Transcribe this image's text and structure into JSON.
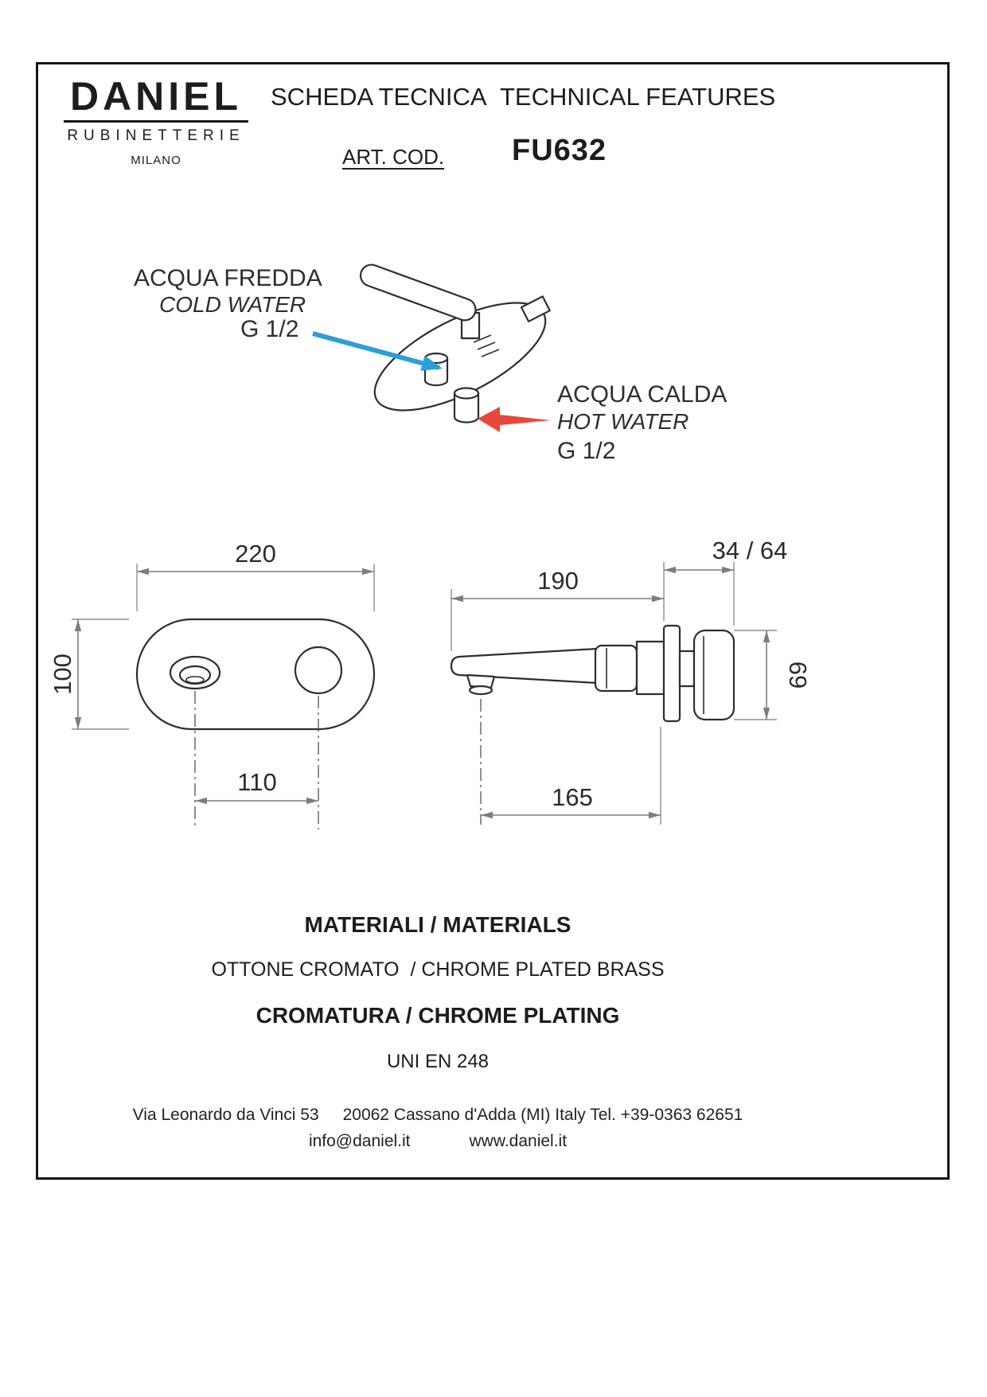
{
  "brand": {
    "name": "DANIEL",
    "sub": "RUBINETTERIE",
    "city": "MILANO"
  },
  "header": {
    "title_it": "SCHEDA TECNICA",
    "title_en": "TECHNICAL FEATURES",
    "art_label": "ART. COD.",
    "art_value": "FU632"
  },
  "annotations": {
    "cold": {
      "it": "ACQUA FREDDA",
      "en": "COLD WATER",
      "thread": "G 1/2"
    },
    "hot": {
      "it": "ACQUA CALDA",
      "en": "HOT WATER",
      "thread": "G 1/2"
    },
    "cold_arrow_color": "#2a9fd8",
    "hot_arrow_color": "#e8483c"
  },
  "dimensions": {
    "front_width": "220",
    "front_height": "100",
    "front_centers": "110",
    "side_reach": "190",
    "side_depth": "34 / 64",
    "side_handle_height": "69",
    "side_spout": "165"
  },
  "materials": {
    "title": "MATERIALI / MATERIALS",
    "body": "OTTONE CROMATO  / CHROME PLATED BRASS",
    "plating_title": "CROMATURA / CHROME PLATING",
    "standard": "UNI EN 248"
  },
  "footer": {
    "address_1": "Via Leonardo da Vinci 53",
    "address_2": "20062 Cassano d'Adda (MI) Italy Tel. +39-0363 62651",
    "email": "info@daniel.it",
    "website": "www.daniel.it"
  }
}
